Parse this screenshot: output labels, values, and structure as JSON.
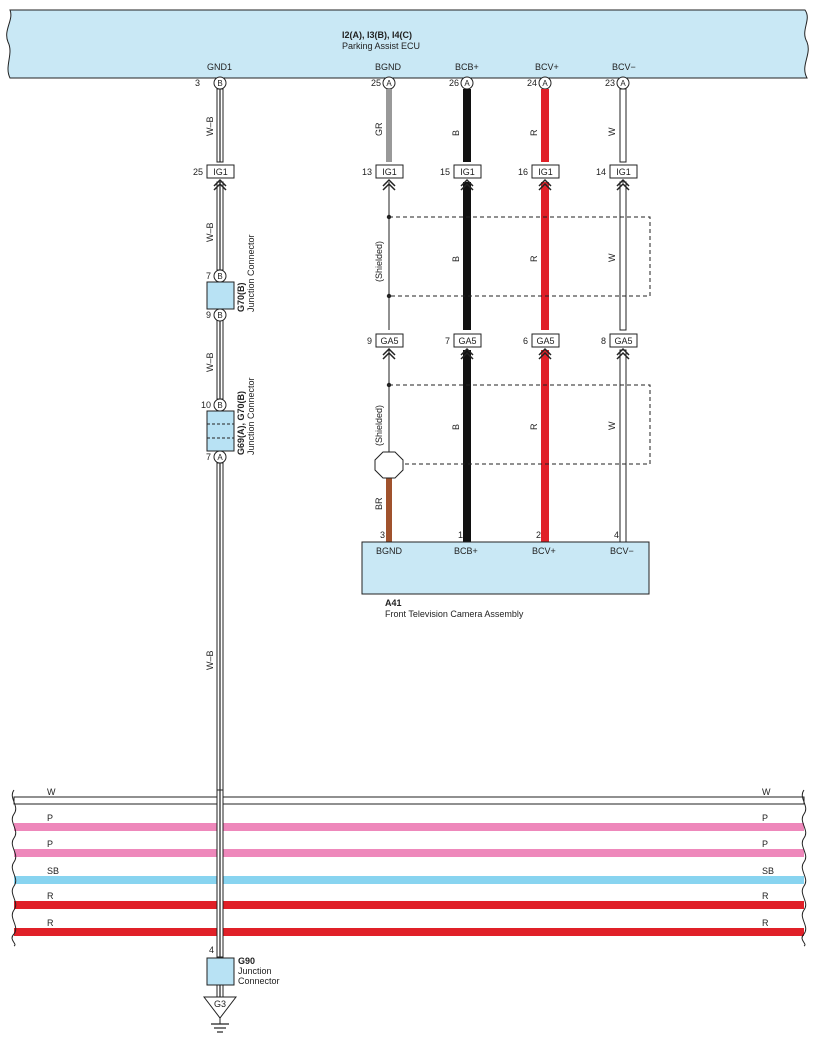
{
  "ecu": {
    "id": "I2(A), I3(B), I4(C)",
    "name": "Parking Assist ECU",
    "pins": [
      {
        "name": "GND1",
        "num": "3",
        "conn": "B"
      },
      {
        "name": "BGND",
        "num": "25",
        "conn": "A"
      },
      {
        "name": "BCB+",
        "num": "26",
        "conn": "A"
      },
      {
        "name": "BCV+",
        "num": "24",
        "conn": "A"
      },
      {
        "name": "BCV−",
        "num": "23",
        "conn": "A"
      }
    ]
  },
  "wire_codes": {
    "gnd1_upper": "W–B",
    "gnd1_mid": "W–B",
    "gnd1_mid2": "W–B",
    "gnd1_lower": "W–B",
    "bgnd": "GR",
    "bcbp": "B",
    "bcvp": "R",
    "bcvm": "W",
    "bgnd_camera": "BR"
  },
  "ig1_connector": {
    "label": "IG1",
    "pins": [
      "25",
      "13",
      "15",
      "16",
      "14"
    ]
  },
  "ga5_connector": {
    "label": "GA5",
    "pins": [
      "9",
      "7",
      "6",
      "8"
    ]
  },
  "shielded_label": "(Shielded)",
  "junction_g70": {
    "id": "G70(B)",
    "name": "Junction Connector",
    "pin_top": "7",
    "pin_bottom": "9",
    "conn": "B"
  },
  "junction_g69": {
    "id": "G69(A), G70(B)",
    "name": "Junction Connector",
    "pin_top": "10",
    "pin_bottom": "7",
    "conn_top": "B",
    "conn_bottom": "A"
  },
  "camera": {
    "id": "A41",
    "name": "Front Television Camera Assembly",
    "pins": [
      {
        "name": "BGND",
        "num": "3"
      },
      {
        "name": "BCB+",
        "num": "1"
      },
      {
        "name": "BCV+",
        "num": "2"
      },
      {
        "name": "BCV−",
        "num": "4"
      }
    ]
  },
  "bus_wires": [
    {
      "code": "W",
      "color": "#ffffff"
    },
    {
      "code": "P",
      "color": "#ee88bb"
    },
    {
      "code": "P",
      "color": "#ee88bb"
    },
    {
      "code": "SB",
      "color": "#88d4f0"
    },
    {
      "code": "R",
      "color": "#e02028"
    },
    {
      "code": "R",
      "color": "#e02028"
    }
  ],
  "junction_g90": {
    "id": "G90",
    "name_line1": "Junction",
    "name_line2": "Connector",
    "pin": "4"
  },
  "ground": {
    "id": "G3"
  },
  "colors": {
    "ecu_fill": "#c9e8f5",
    "junction_fill": "#b8e2f4",
    "wire_black": "#111111",
    "wire_red": "#e02028",
    "wire_gray": "#999999",
    "wire_brown": "#a0522d"
  }
}
